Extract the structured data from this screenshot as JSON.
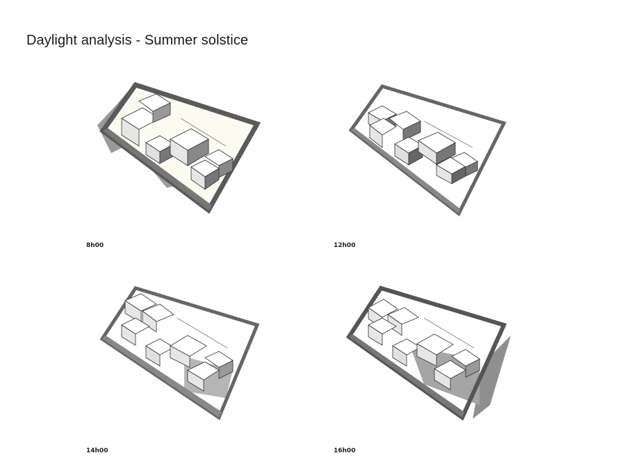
{
  "title": "Daylight analysis - Summer solstice",
  "panels": [
    {
      "time": "8h00",
      "shadow_side": "left"
    },
    {
      "time": "12h00",
      "shadow_side": "under"
    },
    {
      "time": "14h00",
      "shadow_side": "right"
    },
    {
      "time": "16h00",
      "shadow_side": "right"
    }
  ],
  "colors": {
    "wall": "#6e6e6e",
    "wall_dark": "#4a4a4a",
    "roof": "#ffffff",
    "shadow": "#8a8a8a",
    "ground": "#fbfbf2"
  }
}
